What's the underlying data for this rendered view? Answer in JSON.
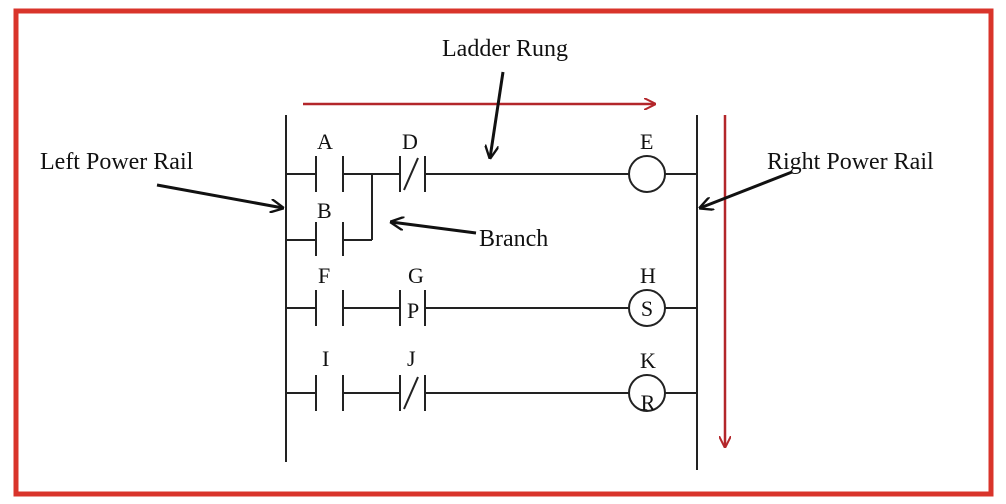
{
  "annotations": {
    "ladder_rung": "Ladder Rung",
    "left_power_rail": "Left Power Rail",
    "right_power_rail": "Right Power Rail",
    "branch": "Branch"
  },
  "contacts": {
    "a": "A",
    "b": "B",
    "d": "D",
    "f": "F",
    "g": "G",
    "g_mark": "P",
    "i": "I",
    "j": "J"
  },
  "coils": {
    "e": "E",
    "h": "H",
    "h_mark": "S",
    "k": "K",
    "k_mark": "R"
  },
  "colors": {
    "frame": "#d9342b",
    "flow_arrows": "#b3262a",
    "lines": "#222222"
  }
}
